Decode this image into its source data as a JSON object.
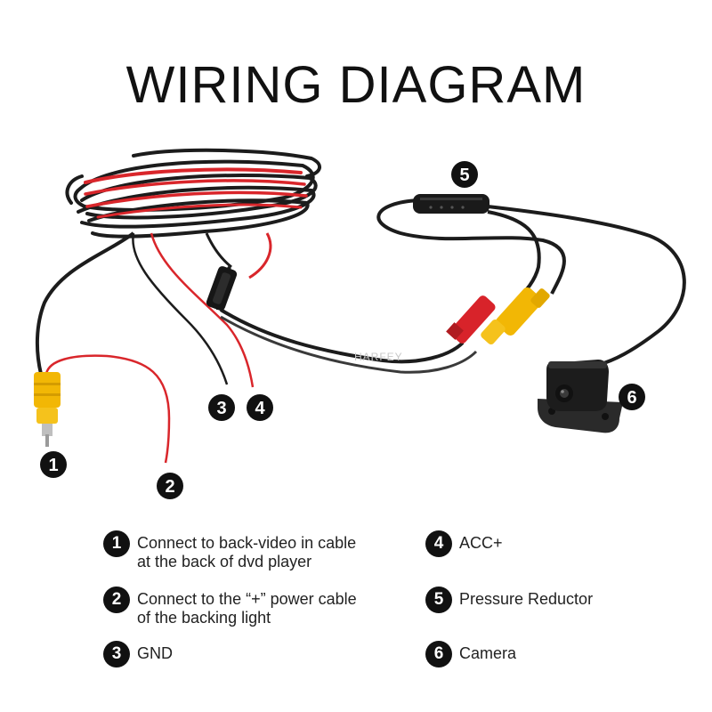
{
  "title": "WIRING DIAGRAM",
  "watermark": "HARFEY",
  "callouts": {
    "n1": "1",
    "n2": "2",
    "n3": "3",
    "n4": "4",
    "n5": "5",
    "n6": "6"
  },
  "legend": {
    "item1": {
      "number": "1",
      "line1": "Connect to back-video in cable",
      "line2": "at the back of dvd player"
    },
    "item2": {
      "number": "2",
      "line1": "Connect to the “+” power cable",
      "line2": "of the backing light"
    },
    "item3": {
      "number": "3",
      "line1": "GND"
    },
    "item4": {
      "number": "4",
      "line1": "ACC+"
    },
    "item5": {
      "number": "5",
      "line1": "Pressure Reductor"
    },
    "item6": {
      "number": "6",
      "line1": "Camera"
    }
  },
  "colors": {
    "cable_black": "#1c1c1c",
    "cable_red": "#d9262b",
    "connector_yellow": "#f2b705",
    "connector_red": "#d8232a",
    "badge": "#111111"
  },
  "icons": [
    "rca-plug-icon",
    "camera-icon",
    "pressure-reductor-icon"
  ]
}
